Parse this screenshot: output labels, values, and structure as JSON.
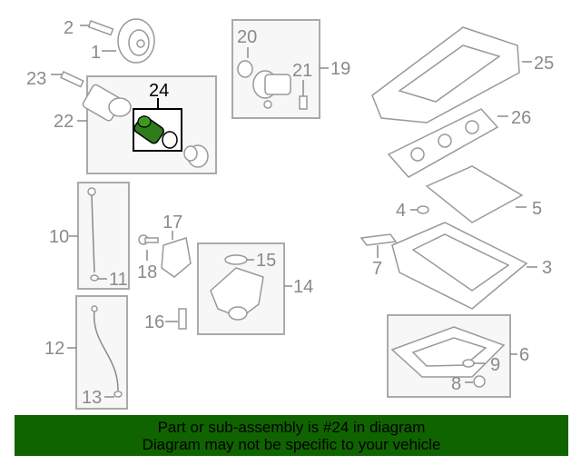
{
  "diagram": {
    "highlight_color": "#2e7d1a",
    "callouts": {
      "c1": "1",
      "c2": "2",
      "c3": "3",
      "c4": "4",
      "c5": "5",
      "c6": "6",
      "c7": "7",
      "c8": "8",
      "c9": "9",
      "c10": "10",
      "c11": "11",
      "c12": "12",
      "c13": "13",
      "c14": "14",
      "c15": "15",
      "c16": "16",
      "c17": "17",
      "c18": "18",
      "c19": "19",
      "c20": "20",
      "c21": "21",
      "c22": "22",
      "c23": "23",
      "c24": "24",
      "c25": "25",
      "c26": "26"
    }
  },
  "banner": {
    "line1": "Part or sub-assembly is #24 in diagram",
    "line2": "Diagram may not be specific to your vehicle",
    "color": "#106400"
  }
}
